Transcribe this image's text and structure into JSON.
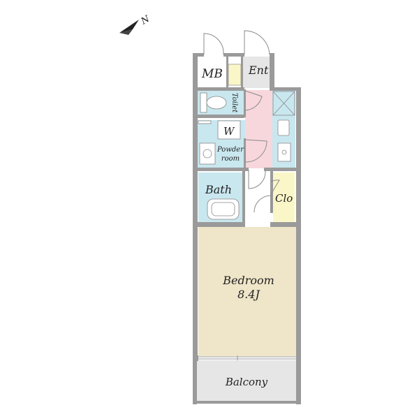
{
  "compass": {
    "north_label": "N"
  },
  "rooms": {
    "mb": "MB",
    "ent": "Ent",
    "toilet": "Toilet",
    "w": "W",
    "powder_line1": "Powder",
    "powder_line2": "room",
    "bath": "Bath",
    "clo": "Clo",
    "bedroom": "Bedroom",
    "bedroom_size": "8.4J",
    "balcony": "Balcony"
  },
  "colors": {
    "wet_area": "#c9e7ef",
    "entrance_hall": "#f7d7dc",
    "closet": "#fbf6c8",
    "bedroom": "#efe5c8",
    "balcony": "#e6e6e6",
    "wall": "#9a9a9a"
  }
}
